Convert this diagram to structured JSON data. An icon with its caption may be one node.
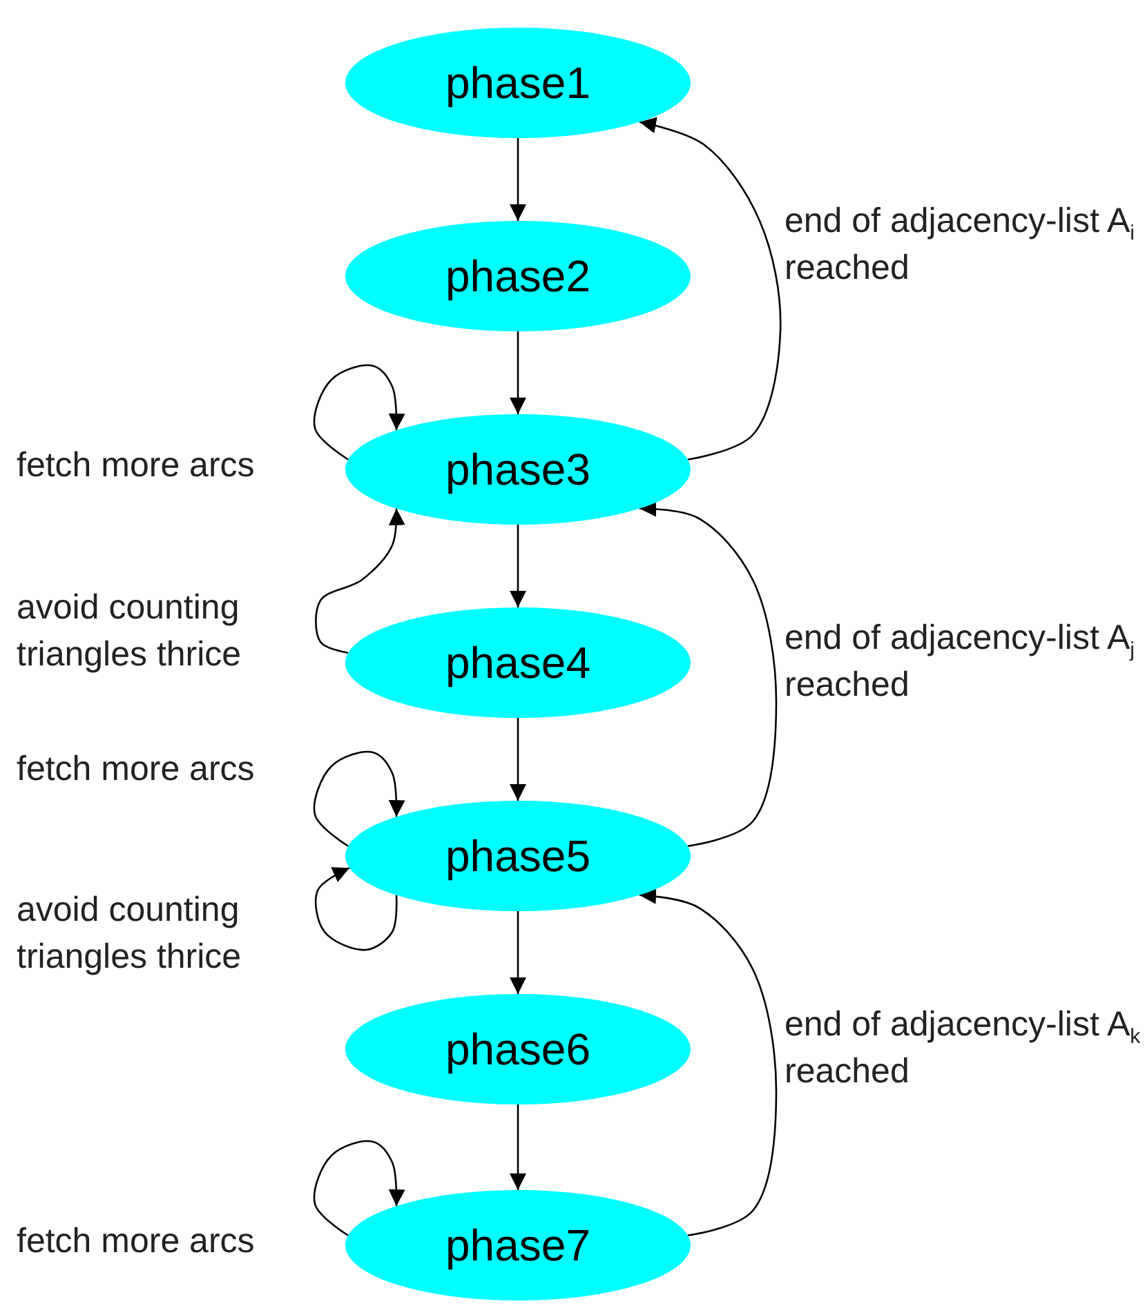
{
  "diagram": {
    "nodes": [
      {
        "text": [
          "phase1"
        ]
      },
      {
        "text": [
          "phase2"
        ]
      },
      {
        "text": [
          "phase3"
        ]
      },
      {
        "text": [
          "phase4"
        ]
      },
      {
        "text": [
          "phase5"
        ]
      },
      {
        "text": [
          "phase6"
        ]
      },
      {
        "text": [
          "phase7"
        ]
      }
    ],
    "edges": [
      {
        "from": 0,
        "to": 1,
        "arrow": "to"
      },
      {
        "from": 1,
        "to": 2,
        "arrow": "to"
      },
      {
        "from": 2,
        "to": 3,
        "arrow": "to"
      },
      {
        "from": 3,
        "to": 4,
        "arrow": "to"
      },
      {
        "from": 4,
        "to": 5,
        "arrow": "to"
      },
      {
        "from": 5,
        "to": 6,
        "arrow": "to"
      },
      {
        "from": 2,
        "to": 2,
        "arrow": "to",
        "label": "fetch more arcs"
      },
      {
        "from": 3,
        "to": 2,
        "arrow": "to",
        "label": "avoid counting triangles thrice"
      },
      {
        "from": 4,
        "to": 4,
        "arrow": "to",
        "label": "fetch more arcs"
      },
      {
        "from": 4,
        "to": 4,
        "arrow": "to",
        "label": "avoid counting triangles thrice"
      },
      {
        "from": 6,
        "to": 6,
        "arrow": "to",
        "label": "fetch more arcs"
      },
      {
        "from": 2,
        "to": 0,
        "arrow": "to",
        "label": "end of adjacency-list A$_{i}$ reached"
      },
      {
        "from": 4,
        "to": 2,
        "arrow": "to",
        "label": "end of adjacency-list A$_{j}$ reached"
      },
      {
        "from": 6,
        "to": 4,
        "arrow": "to",
        "label": "end of adjacency-list A$_{k}$ reached"
      }
    ]
  }
}
